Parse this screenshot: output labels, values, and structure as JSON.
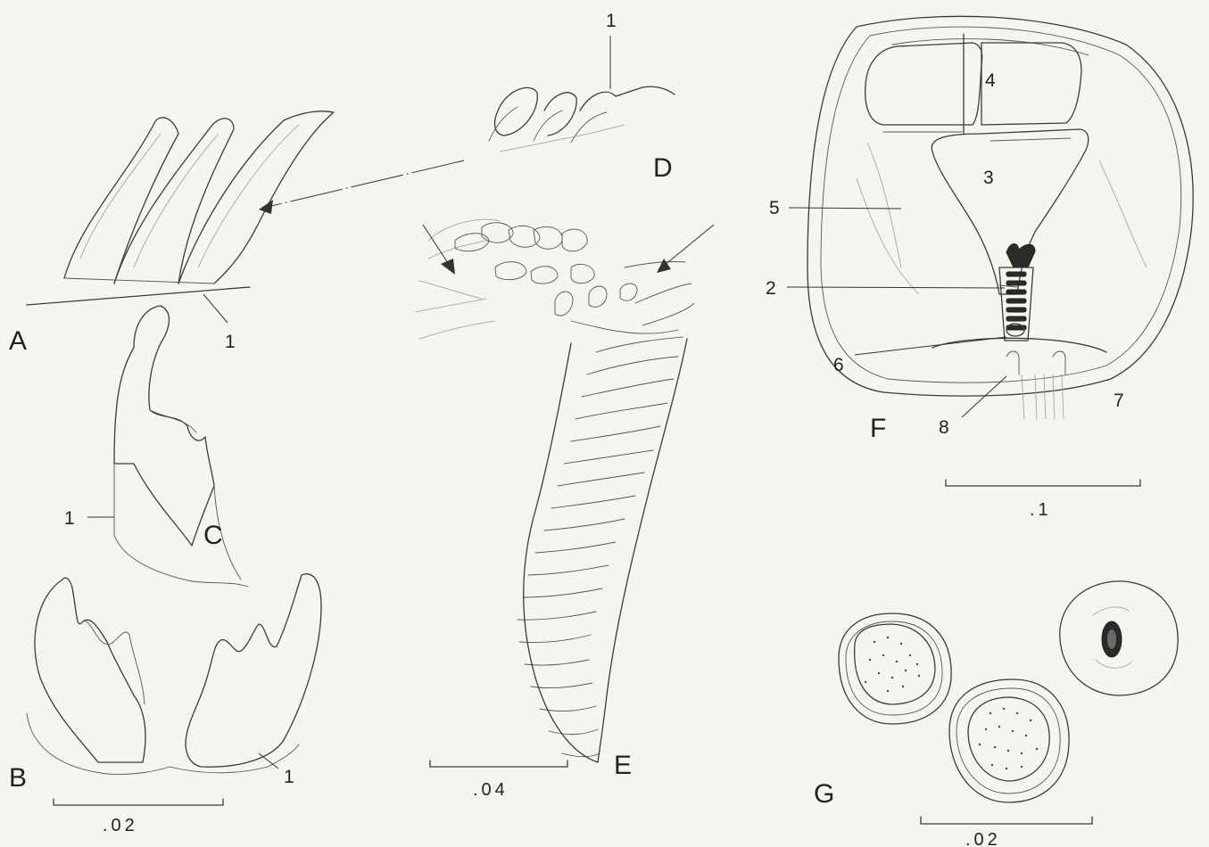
{
  "panels": {
    "A": "A",
    "B": "B",
    "C": "C",
    "D": "D",
    "E": "E",
    "F": "F",
    "G": "G"
  },
  "callouts": {
    "a_1": "1",
    "b_1": "1",
    "c_1": "1",
    "d_1": "1",
    "f_2": "2",
    "f_3": "3",
    "f_4": "4",
    "f_5": "5",
    "f_6": "6",
    "f_7": "7",
    "f_8": "8"
  },
  "scale_bars": {
    "b": ".02",
    "e": ".04",
    "f": ".1",
    "g": ".02"
  }
}
